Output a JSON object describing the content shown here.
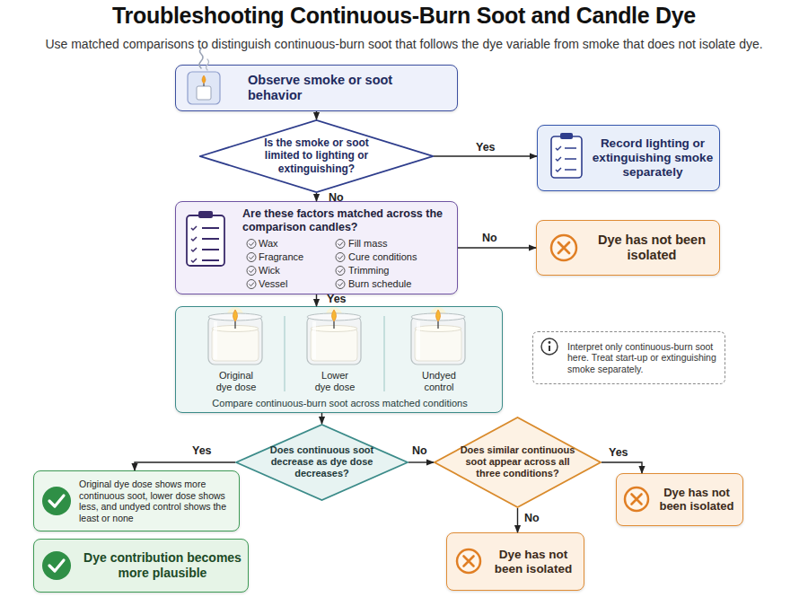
{
  "diagram": {
    "title": "Troubleshooting Continuous-Burn Soot and Candle Dye",
    "caption": "Use matched comparisons to distinguish continuous-burn soot that follows the dye variable from smoke that does not isolate dye.",
    "nodes": [
      {
        "text": [
          "Observe smoke or soot behavior"
        ]
      },
      {
        "text": [
          "Is the smoke or soot limited to lighting or extinguishing?"
        ]
      },
      {
        "text": [
          "Record lighting or extinguishing smoke separately"
        ]
      },
      {
        "text": [
          "Are these factors matched across the comparison candles?",
          "Wax",
          "Fragrance",
          "Wick",
          "Vessel",
          "Fill mass",
          "Cure conditions",
          "Trimming",
          "Burn schedule"
        ]
      },
      {
        "text": [
          "Dye has not been isolated"
        ]
      },
      {
        "text": [
          "Original dye dose",
          "Lower dye dose",
          "Undyed control",
          "Compare continuous-burn soot across matched conditions"
        ]
      },
      {
        "text": [
          "Interpret only continuous-burn soot here. Treat start-up or extinguishing smoke separately."
        ]
      },
      {
        "text": [
          "Does continuous soot decrease as dye dose decreases?"
        ]
      },
      {
        "text": [
          "Original dye dose shows more continuous soot, lower dose shows less, and undyed control shows the least or none"
        ]
      },
      {
        "text": [
          "Dye contribution becomes more plausible"
        ]
      },
      {
        "text": [
          "Does similar continuous soot appear across all three conditions?"
        ]
      },
      {
        "text": [
          "Dye has not been isolated"
        ]
      },
      {
        "text": [
          "Dye has not been isolated"
        ]
      }
    ],
    "edges": [
      {
        "from": 0,
        "to": 1,
        "arrow": "to"
      },
      {
        "from": 1,
        "to": 2,
        "label": "Yes",
        "arrow": "to"
      },
      {
        "from": 1,
        "to": 3,
        "label": "No",
        "arrow": "to"
      },
      {
        "from": 3,
        "to": 4,
        "label": "No",
        "arrow": "to"
      },
      {
        "from": 3,
        "to": 5,
        "label": "Yes",
        "arrow": "to"
      },
      {
        "from": 5,
        "to": 7,
        "arrow": "to"
      },
      {
        "from": 7,
        "to": 8,
        "label": "Yes",
        "arrow": "to"
      },
      {
        "from": 7,
        "to": 10,
        "label": "No",
        "arrow": "to"
      },
      {
        "from": 10,
        "to": 11,
        "label": "Yes",
        "arrow": "to"
      },
      {
        "from": 10,
        "to": 12,
        "label": "No",
        "arrow": "to"
      }
    ]
  }
}
